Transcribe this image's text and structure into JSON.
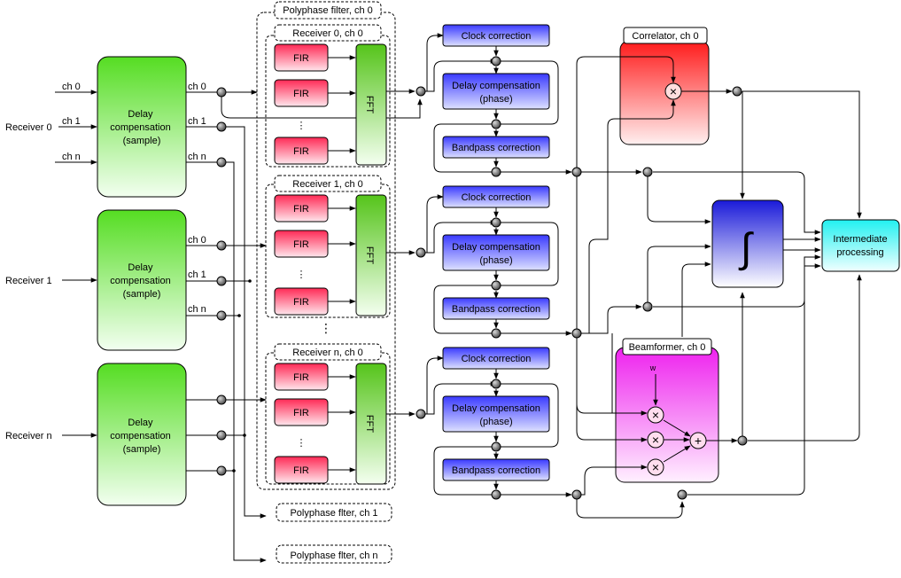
{
  "receivers": [
    {
      "label": "Receiver 0",
      "block": [
        "Delay",
        "compensation",
        "(sample)"
      ],
      "inputs": [
        "ch 0",
        "ch 1",
        "ch n"
      ],
      "outputs": [
        "ch 0",
        "ch 1",
        "ch n"
      ]
    },
    {
      "label": "Receiver 1",
      "block": [
        "Delay",
        "compensation",
        "(sample)"
      ],
      "outputs": [
        "ch 0",
        "ch 1",
        "ch n"
      ]
    },
    {
      "label": "Receiver n",
      "block": [
        "Delay",
        "compensation",
        "(sample)"
      ]
    }
  ],
  "polyphase": {
    "title_ch0": "Polyphase filter, ch 0",
    "groups": [
      {
        "title": "Receiver 0, ch 0",
        "fir": [
          "FIR",
          "FIR",
          "FIR"
        ],
        "fft": "FFT"
      },
      {
        "title": "Receiver 1, ch 0",
        "fir": [
          "FIR",
          "FIR",
          "FIR"
        ],
        "fft": "FFT"
      },
      {
        "title": "Receiver n, ch 0",
        "fir": [
          "FIR",
          "FIR",
          "FIR"
        ],
        "fft": "FFT"
      }
    ],
    "ch1": "Polyphase flter, ch 1",
    "chn": "Polyphase flter, ch n"
  },
  "chains": [
    {
      "clock": "Clock correction",
      "delay": [
        "Delay compensation",
        "(phase)"
      ],
      "bandpass": "Bandpass correction"
    },
    {
      "clock": "Clock correction",
      "delay": [
        "Delay compensation",
        "(phase)"
      ],
      "bandpass": "Bandpass correction"
    },
    {
      "clock": "Clock correction",
      "delay": [
        "Delay compensation",
        "(phase)"
      ],
      "bandpass": "Bandpass correction"
    }
  ],
  "correlator": {
    "title": "Correlator, ch 0"
  },
  "integrator": {
    "symbol": "∫"
  },
  "beamformer": {
    "title": "Beamformer, ch 0",
    "weight": "w"
  },
  "intermediate": {
    "lines": [
      "Intermediate",
      "processing"
    ]
  },
  "colors": {
    "delay_top": "#55dd22",
    "delay_bottom": "#f2fff0",
    "fir_top": "#ff2a55",
    "fir_bottom": "#ffe6ec",
    "fft_top": "#55c41a",
    "fft_bottom": "#f4fff0",
    "chain_top": "#3a3aff",
    "chain_bottom": "#dde0ff",
    "correlator_top": "#ff1a1a",
    "correlator_bottom": "#fff0f0",
    "integrator_top": "#1a1ad9",
    "integrator_bottom": "#ffffff",
    "beamformer_top": "#ee22ee",
    "beamformer_bottom": "#fff0ff",
    "intermediate_top": "#22f0f0",
    "intermediate_bottom": "#f0ffff"
  }
}
